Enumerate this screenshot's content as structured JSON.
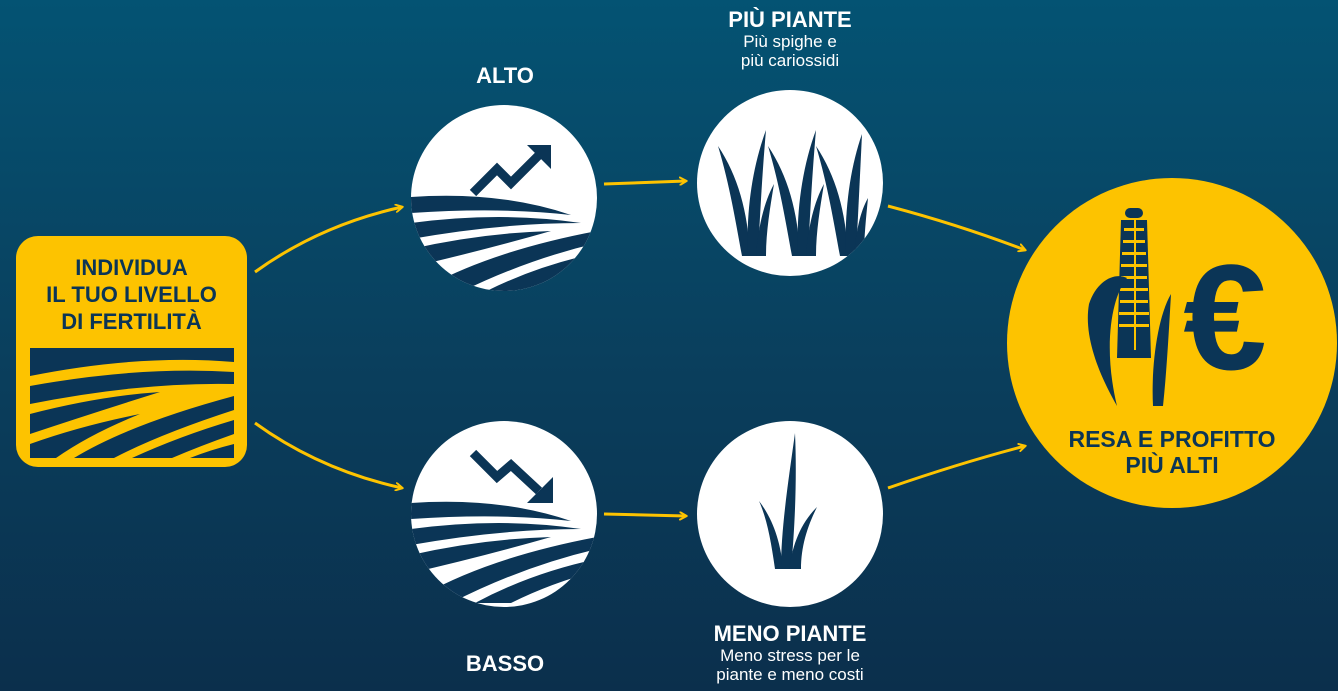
{
  "start": {
    "lines": [
      "INDIVIDUA",
      "IL TUO LIVELLO",
      "DI FERTILITÀ"
    ]
  },
  "high": {
    "label": "ALTO"
  },
  "low": {
    "label": "BASSO"
  },
  "more_plants": {
    "title": "PIÙ PIANTE",
    "sub_lines": [
      "Più spighe e",
      "più cariossidi"
    ]
  },
  "fewer_plants": {
    "title": "MENO PIANTE",
    "sub_lines": [
      "Meno stress per le",
      "piante e meno costi"
    ]
  },
  "result": {
    "symbol": "€",
    "lines": [
      "RESA E PROFITTO",
      "PIÙ ALTI"
    ]
  },
  "colors": {
    "accent": "#fdc300",
    "navy": "#0b3556",
    "background": "#045373",
    "white": "#ffffff"
  },
  "icons": [
    "field-icon",
    "trend-up-icon",
    "trend-down-icon",
    "grass-icon",
    "corn-icon",
    "euro-icon",
    "arrow-icon"
  ]
}
